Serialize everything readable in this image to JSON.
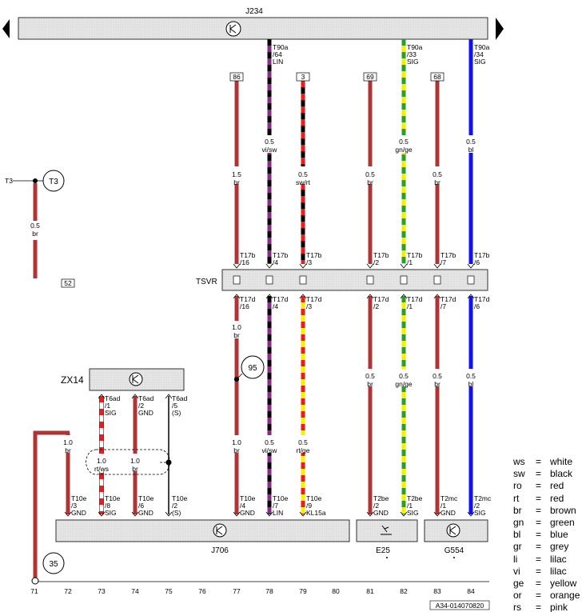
{
  "labels": {
    "j234": "J234",
    "j706": "J706",
    "tsvr": "TSVR",
    "zx14": "ZX14",
    "e25": "E25",
    "g554": "G554",
    "doc_id": "A34-014070820",
    "t3": "T3",
    "t3_side": "T3",
    "ground_95": "95",
    "ground_35": "35"
  },
  "header_boxes": [
    {
      "col": "77",
      "text": "86"
    },
    {
      "col": "79",
      "text": "3"
    },
    {
      "col": "81",
      "text": "69"
    },
    {
      "col": "83",
      "text": "68"
    },
    {
      "col": "72",
      "text": "52"
    }
  ],
  "columns": [
    "71",
    "72",
    "73",
    "74",
    "75",
    "76",
    "77",
    "78",
    "79",
    "80",
    "81",
    "82",
    "83",
    "84"
  ],
  "wires": {
    "t3_wire": {
      "gauge": "0.5",
      "color": "br"
    },
    "w77_top": {
      "gauge": "1.5",
      "color": "br"
    },
    "w77_mid": {
      "gauge": "1.0",
      "color": "br"
    },
    "w77_bot": {
      "gauge": "1.0",
      "color": "br"
    },
    "w78_top": {
      "gauge": "0.5",
      "color": "vi/sw"
    },
    "w78_bot": {
      "gauge": "0.5",
      "color": "vi/sw"
    },
    "w79_top": {
      "gauge": "0.5",
      "color": "sw/rt"
    },
    "w79_bot": {
      "gauge": "0.5",
      "color": "rt/ge"
    },
    "w81_top": {
      "gauge": "0.5",
      "color": "br"
    },
    "w81_bot": {
      "gauge": "0.5",
      "color": "br"
    },
    "w82_top": {
      "gauge": "0.5",
      "color": "gn/ge"
    },
    "w82_bot": {
      "gauge": "0.5",
      "color": "gn/ge"
    },
    "w83_top": {
      "gauge": "0.5",
      "color": "br"
    },
    "w83_bot": {
      "gauge": "0.5",
      "color": "br"
    },
    "w84_top": {
      "gauge": "0.5",
      "color": "bl"
    },
    "w84_bot": {
      "gauge": "0.5",
      "color": "bl"
    },
    "w72": {
      "gauge": "1.0",
      "color": "br"
    },
    "w73": {
      "gauge": "1.0",
      "color": "rt/ws"
    },
    "w74": {
      "gauge": "1.0",
      "color": "br"
    }
  },
  "pins": {
    "t90a_78": [
      "T90a",
      "/64",
      "LIN"
    ],
    "t90a_82": [
      "T90a",
      "/33",
      "SIG"
    ],
    "t90a_84": [
      "T90a",
      "/34",
      "SIG"
    ],
    "t17b": [
      [
        "T17b",
        "/16"
      ],
      [
        "T17b",
        "/4"
      ],
      [
        "T17b",
        "/3"
      ],
      [
        "T17b",
        "/2"
      ],
      [
        "T17b",
        "/1"
      ],
      [
        "T17b",
        "/7"
      ],
      [
        "T17b",
        "/6"
      ]
    ],
    "t17d": [
      [
        "T17d",
        "/16"
      ],
      [
        "T17d",
        "/4"
      ],
      [
        "T17d",
        "/3"
      ],
      [
        "T17d",
        "/2"
      ],
      [
        "T17d",
        "/1"
      ],
      [
        "T17d",
        "/7"
      ],
      [
        "T17d",
        "/6"
      ]
    ],
    "t6ad": [
      [
        "T6ad",
        "/1",
        "SIG"
      ],
      [
        "T6ad",
        "/2",
        "GND"
      ],
      [
        "T6ad",
        "/5",
        "(S)"
      ]
    ],
    "t10e": [
      [
        "T10e",
        "/3",
        "GND"
      ],
      [
        "T10e",
        "/8",
        "SIG"
      ],
      [
        "T10e",
        "/6",
        "GND"
      ],
      [
        "T10e",
        "/2",
        "(S)"
      ],
      [
        "T10e",
        "/4",
        "GND"
      ],
      [
        "T10e",
        "/7",
        "LIN"
      ],
      [
        "T10e",
        "/9",
        "KL15a"
      ]
    ],
    "t2be": [
      [
        "T2be",
        "/2",
        "GND"
      ],
      [
        "T2be",
        "/1",
        "SIG"
      ]
    ],
    "t2mc": [
      [
        "T2mc",
        "/1",
        "GND"
      ],
      [
        "T2mc",
        "/2",
        "SIG"
      ]
    ]
  },
  "legend": [
    {
      "code": "ws",
      "eq": "=",
      "name": "white"
    },
    {
      "code": "sw",
      "eq": "=",
      "name": "black"
    },
    {
      "code": "ro",
      "eq": "=",
      "name": "red"
    },
    {
      "code": "rt",
      "eq": "=",
      "name": "red"
    },
    {
      "code": "br",
      "eq": "=",
      "name": "brown"
    },
    {
      "code": "gn",
      "eq": "=",
      "name": "green"
    },
    {
      "code": "bl",
      "eq": "=",
      "name": "blue"
    },
    {
      "code": "gr",
      "eq": "=",
      "name": "grey"
    },
    {
      "code": "li",
      "eq": "=",
      "name": "lilac"
    },
    {
      "code": "vi",
      "eq": "=",
      "name": "lilac"
    },
    {
      "code": "ge",
      "eq": "=",
      "name": "yellow"
    },
    {
      "code": "or",
      "eq": "=",
      "name": "orange"
    },
    {
      "code": "rs",
      "eq": "=",
      "name": "pink"
    }
  ],
  "colors": {
    "brown": "#b03434",
    "violet": "#8b2a8b",
    "black": "#000000",
    "red": "#ee1c1c",
    "yellow": "#f5f000",
    "green": "#2aa02a",
    "blue": "#1010ff",
    "white": "#ffffff",
    "box_fill": "#dcdcdc"
  }
}
